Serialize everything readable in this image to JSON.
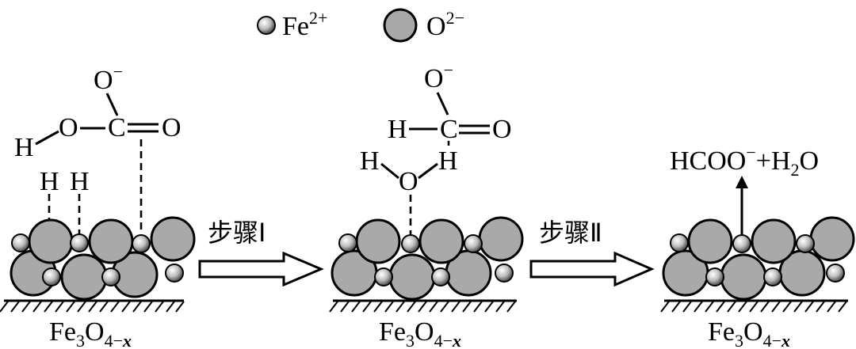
{
  "legend": {
    "fe_label": "Fe",
    "fe_charge": "2+",
    "o_label": "O",
    "o_charge": "2−"
  },
  "colors": {
    "big_atom": "#a9a9a9",
    "small_atom_light": "#ffffff",
    "small_atom_dark": "#4a4a4a"
  },
  "panel1": {
    "o_minus": "O",
    "o_minus_charge": "−",
    "o_left": "O",
    "c": "C",
    "o_right": "O",
    "h_left": "H",
    "h_surf_1": "H",
    "h_surf_2": "H"
  },
  "panel2": {
    "o_minus": "O",
    "o_minus_charge": "−",
    "h_left": "H",
    "c": "C",
    "o_right": "O",
    "h_water_1": "H",
    "o_water": "O",
    "h_water_2": "H"
  },
  "panel3": {
    "product_pre": "HCOO",
    "product_charge": "−",
    "product_mid": "+H",
    "product_sub": "2",
    "product_post": "O"
  },
  "steps": {
    "step1": "步骤Ⅰ",
    "step2": "步骤Ⅱ"
  },
  "substrate": {
    "fe": "Fe",
    "sub1": "3",
    "o": "O",
    "sub2": "4−",
    "x": "x"
  }
}
